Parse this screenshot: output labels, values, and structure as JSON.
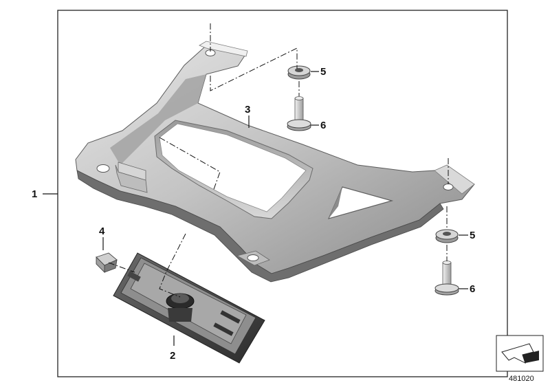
{
  "diagram": {
    "callouts": [
      {
        "id": "c1",
        "label": "1"
      },
      {
        "id": "c2",
        "label": "2"
      },
      {
        "id": "c3",
        "label": "3"
      },
      {
        "id": "c4",
        "label": "4"
      },
      {
        "id": "c5a",
        "label": "5"
      },
      {
        "id": "c6a",
        "label": "6"
      },
      {
        "id": "c5b",
        "label": "5"
      },
      {
        "id": "c6b",
        "label": "6"
      }
    ],
    "diagram_number": "481020",
    "colors": {
      "part_light": "#dcdcdc",
      "part_mid": "#b8b8b8",
      "part_dark": "#7c7c7c",
      "part_shadow": "#4a4a4a",
      "plate_dark": "#3a3a3a",
      "line": "#111111",
      "frame": "#222222"
    }
  }
}
